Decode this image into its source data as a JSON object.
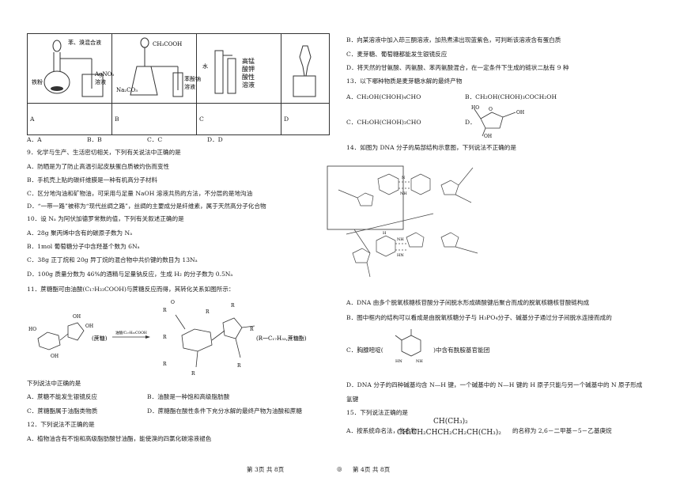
{
  "left": {
    "apparatus_labels": {
      "a1": "苯、溴混合液",
      "a2": "铁粉",
      "a3": "AgNO₃",
      "a4": "溶液",
      "b1": "CH₃COOH",
      "b2": "Na₂CO₃",
      "b3": "苯酚钠",
      "b4": "溶液",
      "c1": "水",
      "c2": "高锰",
      "c3": "酸钾",
      "c4": "酸性",
      "c5": "溶液"
    },
    "table_cells": [
      "A",
      "B",
      "C",
      "D"
    ],
    "q8_options": [
      "A．A",
      "B．B",
      "C．C",
      "D．D"
    ],
    "q9": {
      "stem": "9．化学与生产、生活密切相关，下列有关说法中正确的是",
      "A": "A．防晒是为了防止高温引起皮肤蛋白质被灼伤而变性",
      "B": "B．手机壳上贴的碳纤维膜是一种有机高分子材料",
      "C": "C．区分地沟油和矿物油，可采用与足量 NaOH 溶液共热的方法，不分层的是地沟油",
      "D": "D．“一带一路”被称为“现代丝绸之路”，丝绸的主要成分是纤维素，属于天然高分子化合物"
    },
    "q10": {
      "stem": "10．设 Nₐ 为阿伏加德罗常数的值，下列有关叙述正确的是",
      "A": "A．28g 聚丙烯中含有的碳原子数为 Nₐ",
      "B": "B．1mol 葡萄糖分子中含羟基个数为 6Nₐ",
      "C": "C．38g 正丁烷和 20g 异丁烷的混合物中共价键的数目为 13Nₐ",
      "D": "D．100g 质量分数为 46%的酒精与足量钠反应，生成 H₂ 的分子数为 0.5Nₐ"
    },
    "q11": {
      "stem": "11．蔗糖酯可由油酸(C₁₇H₃₃COOH)与蔗糖反应而得，其转化关系如图所示：",
      "sucrose": "(蔗糖)",
      "arrow": "油酸/C₁₇H₃₃COOH",
      "ester": "(R一C₁₇H₃₃,蔗糖酯)",
      "r": "R",
      "o": "O",
      "oh": "OH",
      "ho": "HO",
      "following": "下列说法中正确的是",
      "A": "A．蔗糖不能发生银镜反应",
      "B": "B．油酸是一种饱和高级脂肪酸",
      "C": "C．蔗糖酯属于油脂类物质",
      "D": "D．蔗糖酯在酸性条件下充分水解的最终产物为油酸和蔗糖"
    },
    "q12": {
      "stem": "12．下列说法不正确的是",
      "A": "A．植物油含有不饱和高级脂肪酸甘油酯，能使溴的四氯化碳溶液褪色"
    }
  },
  "right": {
    "B": "B．向某溶液中加入茚三酮溶液，加热煮沸出现蓝紫色，可判断该溶液含有蛋白质",
    "C": "C．麦芽糖、葡萄糖都能发生银镜反应",
    "D": "D．将天然的甘氨酸、丙氨酸、苯丙氨酸混合，在一定条件下生成的链状二肽有 9 种",
    "q13": {
      "stem": "13．以下哪种物质是麦芽糖水解的最终产物",
      "A": "A．CH₂OH(CHOH)₄CHO",
      "B": "B．CH₂OH(CHOH)₃COCH₂OH",
      "C": "C．CH₂OH(CHOH)₃CHO",
      "D": "D．",
      "oh": "OH",
      "ho": "HO",
      "o": "O"
    },
    "q14": {
      "stem": "14．如图为 DNA 分子的局部结构示意图，下列说法不正确的是",
      "A": "A．DNA 由多个脱氧核糖核苷酸分子间脱水形成磷酸键后聚合而成的脱氧核糖核苷酸链构成",
      "B": "B．图中框内的结构可以看成是由脱氧核糖分子与 H₃PO₄分子、碱基分子通过分子间脱水连接而成的",
      "C1": "C．胸腺嘧啶(",
      "C2": ")中含有酰胺基官能团",
      "D": "D．DNA 分子的四种碱基均含 N—H 键，一个碱基中的 N—H 键的 H 原子只能与另一个碱基中的 N 原子形成",
      "D2": "氢键",
      "nh": "NH",
      "hn": "HN",
      "h": "H",
      "n": "N"
    },
    "q15": {
      "stem": "15．下列说法正确的是",
      "A1": "A．按系统命名法，化合物",
      "sub": "CH(CH₃)₂",
      "main": "CH₃CH₂CHCH₂CH₂CH(CH₃)₂",
      "A2": "的名称为 2,6－二甲基－5－乙基庚烷"
    }
  },
  "footer": {
    "left": "第 3页  共 8页",
    "right": "第 4页  共 8页",
    "sep": "◎"
  }
}
